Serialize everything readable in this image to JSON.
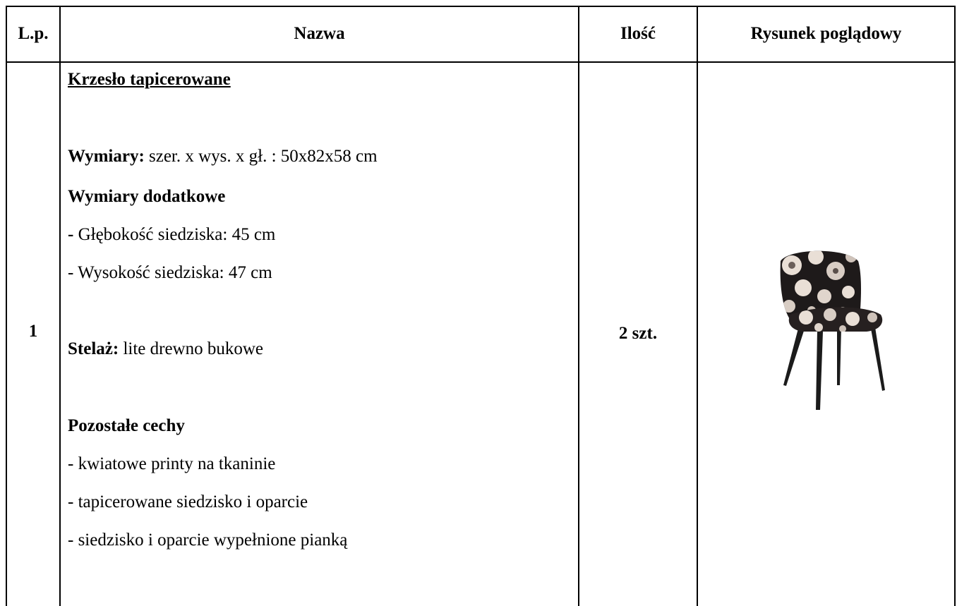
{
  "table": {
    "headers": [
      "L.p.",
      "Nazwa",
      "Ilość",
      "Rysunek poglądowy"
    ],
    "row": {
      "lp": "1",
      "title": "Krzesło tapicerowane",
      "dimensions_label": "Wymiary:",
      "dimensions_value": " szer. x wys. x gł. : 50x82x58 cm",
      "extra_heading": "Wymiary dodatkowe",
      "depth_dash": "-",
      "depth_text": " Głębokość siedziska: 45 cm",
      "height_text": "- Wysokość siedziska: 47 cm",
      "frame_label": "Stelaż:",
      "frame_value": " lite drewno bukowe",
      "features_heading": "Pozostałe cechy",
      "features": [
        "- kwiatowe printy na tkaninie",
        "- tapicerowane siedzisko i oparcie",
        "- siedzisko i oparcie wypełnione pianką"
      ],
      "quantity": "2 szt."
    }
  },
  "colors": {
    "fabric_dark": "#1e1a1a",
    "flower": "#e9dfd6",
    "leg": "#1b1b1b"
  },
  "icons": {
    "chair": "upholstered-chair-illustration"
  }
}
